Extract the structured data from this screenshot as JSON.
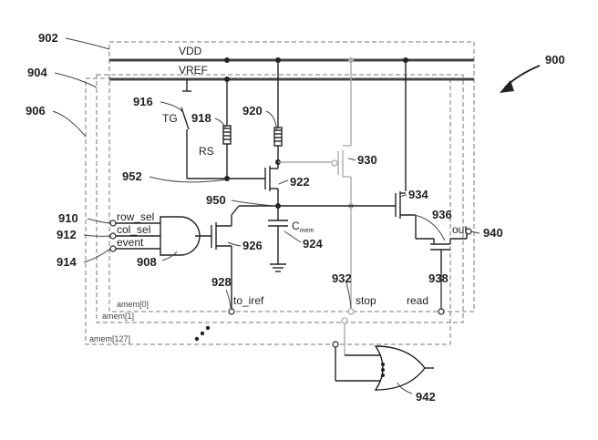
{
  "figure": {
    "ref_900": "900",
    "ref_902": "902",
    "ref_904": "904",
    "ref_906": "906",
    "ref_908": "908",
    "ref_910": "910",
    "ref_912": "912",
    "ref_914": "914",
    "ref_916": "916",
    "ref_918": "918",
    "ref_920": "920",
    "ref_922": "922",
    "ref_924": "924",
    "ref_926": "926",
    "ref_928": "928",
    "ref_930": "930",
    "ref_932": "932",
    "ref_934": "934",
    "ref_936": "936",
    "ref_938": "938",
    "ref_940": "940",
    "ref_942": "942",
    "ref_950": "950",
    "ref_952": "952"
  },
  "signals": {
    "vdd": "VDD",
    "vref": "VREF",
    "tg": "TG",
    "rs": "RS",
    "cmem": "C",
    "cmem_sub": "mem",
    "row_sel": "row_sel",
    "col_sel": "col_sel",
    "event": "event",
    "to_iref": "to_iref",
    "stop": "stop",
    "read": "read",
    "out": "out"
  },
  "blocks": {
    "amem0": "amem[0]",
    "amem1": "amem[1]",
    "amem127": "amem[127]"
  }
}
